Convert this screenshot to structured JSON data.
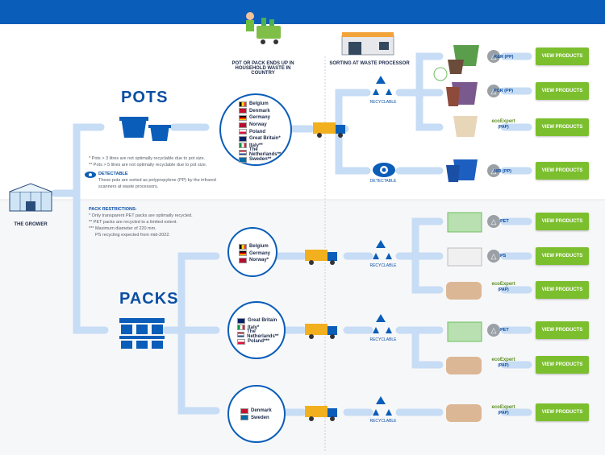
{
  "top": {
    "household_label": "POT OR PACK ENDS UP IN HOUSEHOLD WASTE IN COUNTRY",
    "sorting_label": "SORTING AT WASTE PROCESSOR"
  },
  "grower": {
    "label": "THE GROWER"
  },
  "pots": {
    "title": "POTS",
    "notes": [
      "* Pots > 3 litres are not optimally recyclable due to pot size.",
      "** Pots > 5 litres are not optimally recyclable due to pot size."
    ],
    "detectable_title": "DETECTABLE",
    "detectable_text_1": "These pots are sorted as polypropylene (PP) by the infrared",
    "detectable_text_2": "scanners at waste processors.",
    "countries": [
      "Belgium",
      "Denmark",
      "Germany",
      "Norway",
      "Poland",
      "Great Britain*",
      "Italy**",
      "The Netherlands**",
      "Sweden**"
    ],
    "recyclable_label": "RECYCLABLE",
    "detectable_label": "DETECTABLE",
    "outputs": [
      {
        "code": "R&R (PP)",
        "button": "VIEW PRODUCTS"
      },
      {
        "code": "PCR (PP)",
        "button": "VIEW PRODUCTS"
      },
      {
        "code": "(PAP)",
        "eco": "ecoExpert",
        "button": "VIEW PRODUCTS"
      },
      {
        "code": "NIR (PP)",
        "button": "VIEW PRODUCTS"
      }
    ]
  },
  "packs": {
    "title": "PACKS",
    "restrictions_title": "PACK RESTRICTIONS:",
    "restrictions": [
      "* Only transparent PET packs are optimally recycled.",
      "** PET packs are recycled to a limited extent.",
      "*** Maximum diameter of 220 mm.",
      "PS recycling expected from mid-2022."
    ],
    "groups": [
      {
        "countries": [
          "Belgium",
          "Germany",
          "Norway*"
        ]
      },
      {
        "countries": [
          "Great Britain",
          "Italy*",
          "The Netherlands**",
          "Poland***"
        ]
      },
      {
        "countries": [
          "Denmark",
          "Sweden"
        ]
      }
    ],
    "recyclable_label": "RECYCLABLE",
    "outputs": [
      {
        "code": "PET",
        "button": "VIEW PRODUCTS"
      },
      {
        "code": "PS",
        "button": "VIEW PRODUCTS"
      },
      {
        "code": "(PAP)",
        "eco": "ecoExpert",
        "button": "VIEW PRODUCTS"
      },
      {
        "code": "PET",
        "button": "VIEW PRODUCTS"
      },
      {
        "code": "(PAP)",
        "eco": "ecoExpert",
        "button": "VIEW PRODUCTS"
      },
      {
        "code": "(PAP)",
        "eco": "ecoExpert",
        "button": "VIEW PRODUCTS"
      }
    ]
  },
  "colors": {
    "brand_blue": "#0a5db8",
    "arrow": "#c7dcf5",
    "button_green": "#7cbf2e"
  }
}
